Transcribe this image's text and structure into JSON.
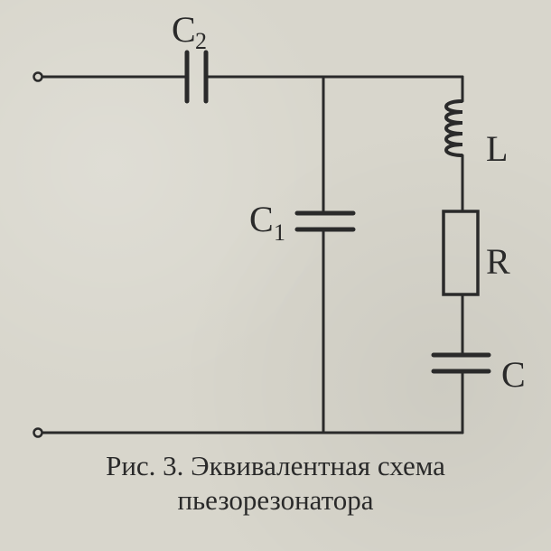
{
  "components": {
    "c2": {
      "letter": "C",
      "index": "2"
    },
    "c1": {
      "letter": "C",
      "index": "1"
    },
    "l": "L",
    "r": "R",
    "c": "C"
  },
  "caption": {
    "line1": "Рис. 3. Эквивалентная схема",
    "line2": "пьезорезонатора"
  }
}
